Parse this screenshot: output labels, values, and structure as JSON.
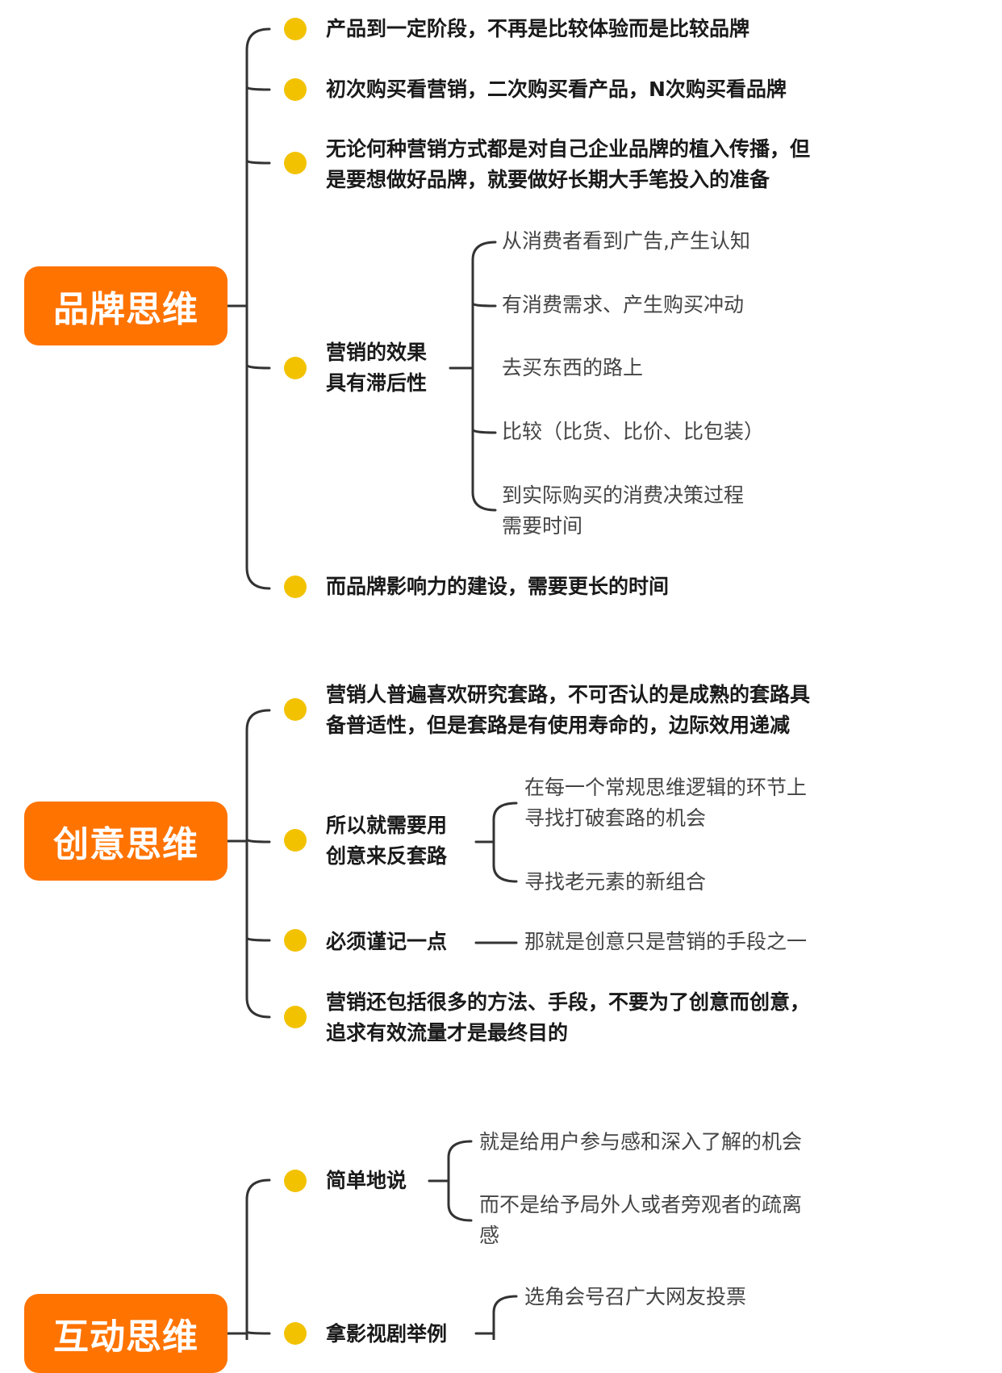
{
  "colors": {
    "root_bg": "#ff7300",
    "dot": "#f2c200",
    "line": "#333333"
  },
  "branches": [
    {
      "root": "品牌思维",
      "items": [
        {
          "text": [
            "产品到一定阶段，不再是比较体验而是比较品牌"
          ]
        },
        {
          "text": [
            "初次购买看营销，二次购买看产品，N次购买看品牌"
          ]
        },
        {
          "text": [
            "无论何种营销方式都是对自己企业品牌的植入传播，但",
            "是要想做好品牌，就要做好长期大手笔投入的准备"
          ]
        },
        {
          "text": [
            "营销的效果",
            "具有滞后性"
          ],
          "children": [
            [
              "从消费者看到广告,产生认知"
            ],
            [
              "有消费需求、产生购买冲动"
            ],
            [
              "去买东西的路上"
            ],
            [
              "比较（比货、比价、比包装）"
            ],
            [
              "到实际购买的消费决策过程",
              "需要时间"
            ]
          ]
        },
        {
          "text": [
            "而品牌影响力的建设，需要更长的时间"
          ]
        }
      ]
    },
    {
      "root": "创意思维",
      "items": [
        {
          "text": [
            "营销人普遍喜欢研究套路，不可否认的是成熟的套路具",
            "备普适性，但是套路是有使用寿命的，边际效用递减"
          ]
        },
        {
          "text": [
            "所以就需要用",
            "创意来反套路"
          ],
          "children": [
            [
              "在每一个常规思维逻辑的环节上",
              "寻找打破套路的机会"
            ],
            [
              "寻找老元素的新组合"
            ]
          ]
        },
        {
          "text": [
            "必须谨记一点"
          ],
          "children": [
            [
              "那就是创意只是营销的手段之一"
            ]
          ]
        },
        {
          "text": [
            "营销还包括很多的方法、手段，不要为了创意而创意，",
            "追求有效流量才是最终目的"
          ]
        }
      ]
    },
    {
      "root": "互动思维",
      "items": [
        {
          "text": [
            "简单地说"
          ],
          "children": [
            [
              "就是给用户参与感和深入了解的机会"
            ],
            [
              "而不是给予局外人或者旁观者的疏离",
              "感"
            ]
          ]
        },
        {
          "text": [
            "拿影视剧举例"
          ],
          "children": [
            [
              "选角会号召广大网友投票"
            ]
          ]
        }
      ]
    }
  ]
}
